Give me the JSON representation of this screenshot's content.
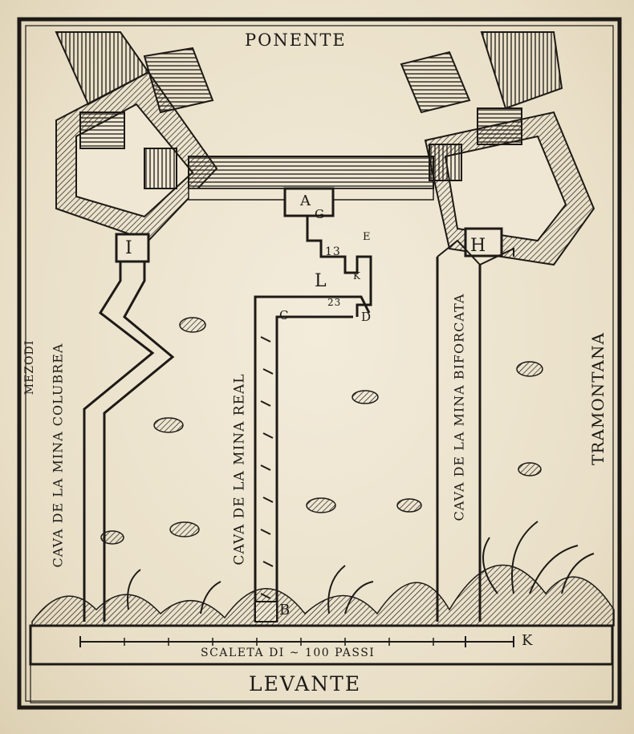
{
  "compass": {
    "top": "PONENTE",
    "bottom": "LEVANTE",
    "left": "MEZODI",
    "right": "TRAMONTANA"
  },
  "mines": {
    "left": "CAVA DE LA MINA COLUBREA",
    "center": "CAVA DE LA MINA REAL",
    "right": "CAVA DE LA MINA BIFORCATA"
  },
  "letters": {
    "a": "A",
    "b": "B",
    "c": "C",
    "d": "D",
    "e": "E",
    "g": "G",
    "h": "H",
    "i": "I",
    "k": "K",
    "l": "L",
    "n13": "13",
    "n23": "23"
  },
  "scale": {
    "label": "SCALETA DI ~ 100 PASSI",
    "end_letter": "K"
  },
  "colors": {
    "ink": "#1d1a16",
    "paper": "#efe7d3"
  }
}
